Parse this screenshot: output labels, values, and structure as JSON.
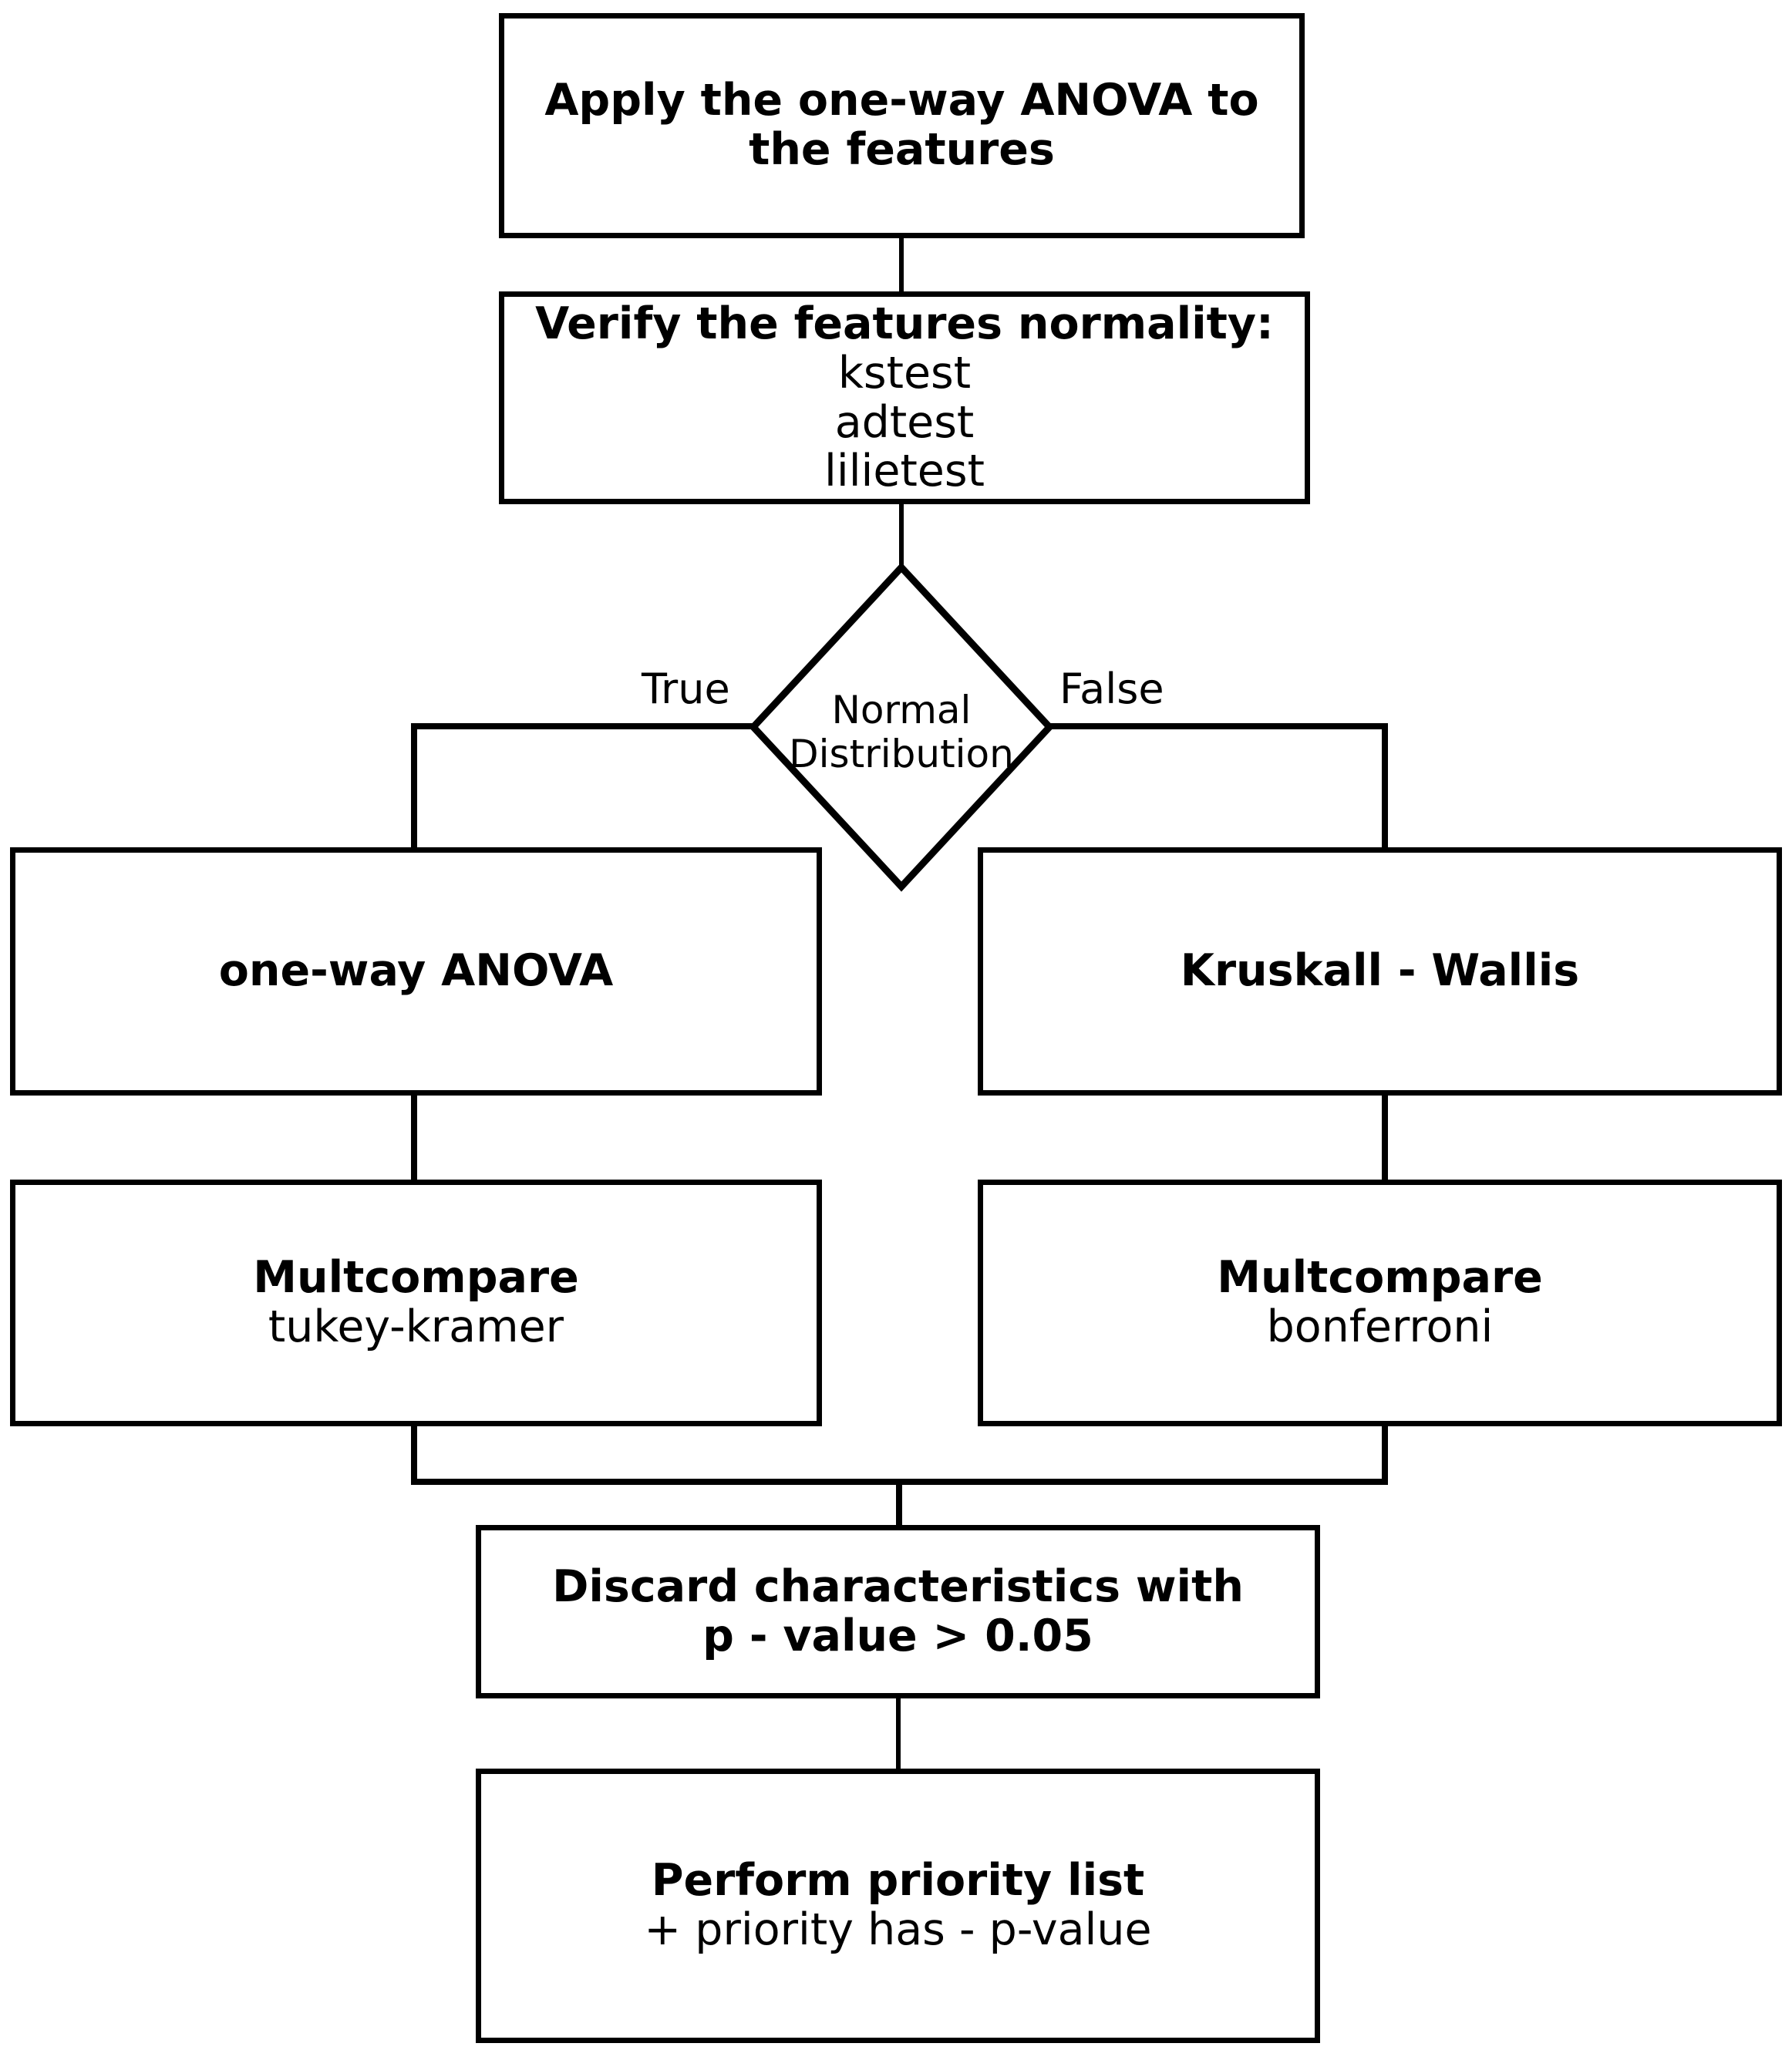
{
  "diagram": {
    "title": "Statistical feature-selection flowchart",
    "colors": {
      "stroke": "#000000",
      "fill": "#ffffff",
      "text": "#000000"
    },
    "nodes": {
      "apply_anova": {
        "type": "process",
        "lines": [
          {
            "text": "Apply the one-way ANOVA to",
            "bold": true
          },
          {
            "text": "the features",
            "bold": true
          }
        ]
      },
      "verify_normality": {
        "type": "process",
        "lines": [
          {
            "text": "Verify the features normality:",
            "bold": true
          },
          {
            "text": "kstest",
            "bold": false
          },
          {
            "text": "adtest",
            "bold": false
          },
          {
            "text": "lilietest",
            "bold": false
          }
        ]
      },
      "normal_distribution": {
        "type": "decision",
        "lines": [
          {
            "text": "Normal",
            "bold": false
          },
          {
            "text": "Distribution",
            "bold": false
          }
        ]
      },
      "one_way_anova": {
        "type": "process",
        "lines": [
          {
            "text": "one-way ANOVA",
            "bold": true
          }
        ]
      },
      "kruskall_wallis": {
        "type": "process",
        "lines": [
          {
            "text": "Kruskall - Wallis",
            "bold": true
          }
        ]
      },
      "multcompare_tukey": {
        "type": "process",
        "lines": [
          {
            "text": "Multcompare",
            "bold": true
          },
          {
            "text": "tukey-kramer",
            "bold": false
          }
        ]
      },
      "multcompare_bonferroni": {
        "type": "process",
        "lines": [
          {
            "text": "Multcompare",
            "bold": true
          },
          {
            "text": "bonferroni",
            "bold": false
          }
        ]
      },
      "discard_characteristics": {
        "type": "process",
        "lines": [
          {
            "text": "Discard characteristics with",
            "bold": true
          },
          {
            "text": "p - value > 0.05",
            "bold": true
          }
        ]
      },
      "perform_priority_list": {
        "type": "process",
        "lines": [
          {
            "text": "Perform priority list",
            "bold": true
          },
          {
            "text": "+ priority has - p-value",
            "bold": false
          }
        ]
      }
    },
    "edge_labels": {
      "true_branch": "True",
      "false_branch": "False"
    }
  }
}
